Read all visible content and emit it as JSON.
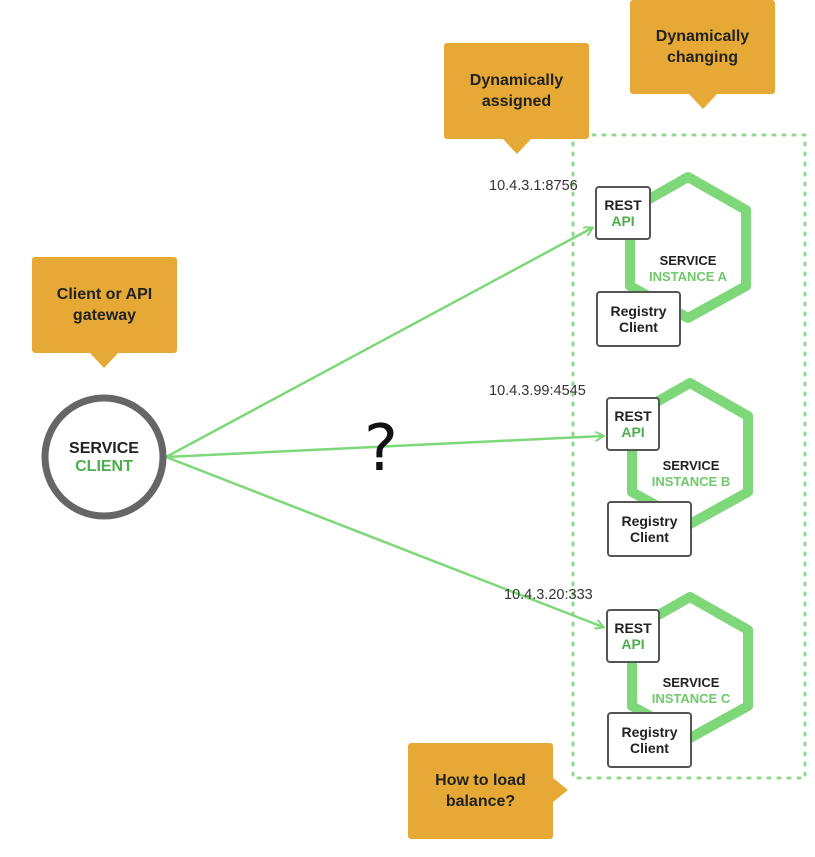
{
  "callouts": {
    "client_gateway": "Client or API\ngateway",
    "dynamically_assigned": "Dynamically\nassigned",
    "dynamically_changing": "Dynamically\nchanging",
    "load_balance": "How to load\nbalance?"
  },
  "client": {
    "line1": "SERVICE",
    "line2": "CLIENT"
  },
  "question_mark": "?",
  "instances": [
    {
      "address": "10.4.3.1:8756",
      "rest": "REST",
      "api": "API",
      "service": "SERVICE",
      "instance": "INSTANCE A",
      "registry": "Registry\nClient"
    },
    {
      "address": "10.4.3.99:4545",
      "rest": "REST",
      "api": "API",
      "service": "SERVICE",
      "instance": "INSTANCE B",
      "registry": "Registry\nClient"
    },
    {
      "address": "10.4.3.20:333",
      "rest": "REST",
      "api": "API",
      "service": "SERVICE",
      "instance": "INSTANCE C",
      "registry": "Registry\nClient"
    }
  ],
  "colors": {
    "callout": "#E6A935",
    "arrow_green": "#7ED87A",
    "hex_green": "#7ED87A",
    "circle_gray": "#666666",
    "dotted_border": "#8FD98A"
  }
}
